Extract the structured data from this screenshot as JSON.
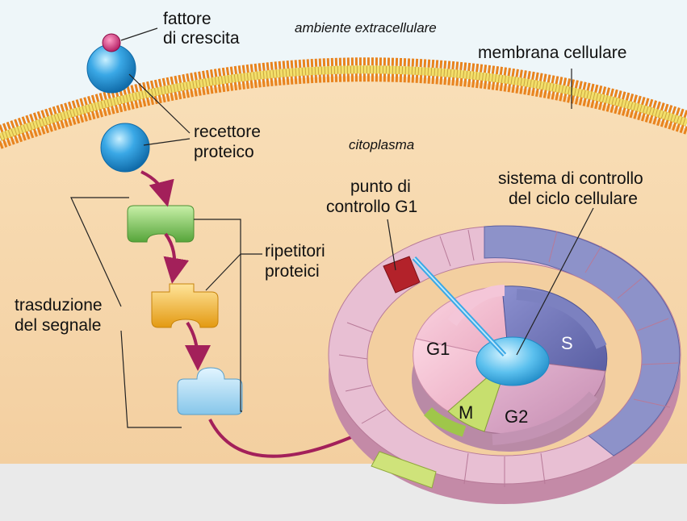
{
  "labels": {
    "growth_factor": [
      "fattore",
      "di crescita"
    ],
    "extracellular": "ambiente extracellulare",
    "membrane": "membrana cellulare",
    "receptor": [
      "recettore",
      "proteico"
    ],
    "cytoplasm": "citoplasma",
    "checkpoint": [
      "punto di",
      "controllo G1"
    ],
    "control_system": [
      "sistema di controllo",
      "del ciclo cellulare"
    ],
    "relays": [
      "ripetitori",
      "proteici"
    ],
    "transduction": [
      "trasduzione",
      "del segnale"
    ]
  },
  "phases": {
    "g1": "G1",
    "s": "S",
    "g2": "G2",
    "m": "M"
  },
  "colors": {
    "background": "#eef6f9",
    "cytoplasm": "#f7d9b0",
    "membrane_head": "#e8831e",
    "membrane_tail": "#f3df6a",
    "receptor": "#3aa8e6",
    "growth_factor": "#d6307a",
    "relay_green": "#7ec95b",
    "relay_yellow": "#f5b92a",
    "relay_blue": "#9fd6f2",
    "arrow": "#a3205a",
    "ring_pink": "#e8bfd3",
    "ring_blue": "#8d92c9",
    "ring_red": "#b3222a",
    "ring_green": "#cfe37a",
    "phase_g1": "#f0b8cc",
    "phase_s": "#6f74b5",
    "phase_g2": "#d6a1c2",
    "phase_m": "#c7df6e",
    "center": "#5bc0ee"
  }
}
